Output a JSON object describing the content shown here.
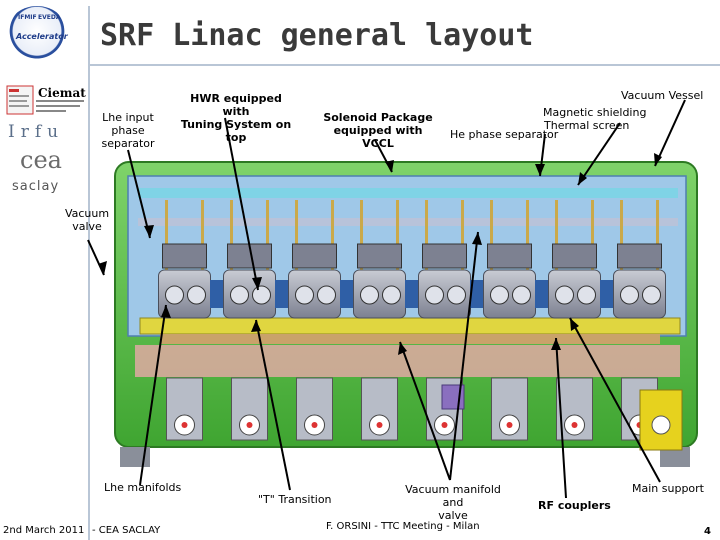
{
  "title": "SRF Linac general layout",
  "logos": {
    "top_line1": "IFMIF",
    "top_line2": "EVEDA",
    "top_line3": "Accelerator",
    "ciemat": "Ciemat",
    "irfu": "Irfu",
    "cea": "cea",
    "saclay": "saclay"
  },
  "labels": {
    "lhe_input": "Lhe input\nphase\nseparator",
    "hwr": "HWR equipped with\nTuning System on top",
    "solenoid": "Solenoid Package\nequipped with VCCL",
    "he_phase": "He phase separator",
    "vacuum_vessel": "Vacuum Vessel",
    "magnetic_shielding": "Magnetic shielding",
    "thermal_screen": "Thermal screen",
    "vacuum_valve": "Vacuum\nvalve",
    "lhe_manifolds": "Lhe manifolds",
    "t_transition": "\"T\" Transition",
    "vacuum_manifold": "Vacuum manifold and\nvalve",
    "rf_couplers": "RF couplers",
    "main_support": "Main support"
  },
  "footer": {
    "date": "2nd March 2011",
    "org": "- CEA SACLAY",
    "meeting": "F. ORSINI - TTC Meeting - Milan",
    "page": "4"
  },
  "colors": {
    "vessel_green": "#57c23f",
    "cold_blue": "#7fa9d6",
    "frame_yellow": "#e0d640",
    "support_pink": "#e8a9a9",
    "pipe_cyan": "#7fd3e6"
  },
  "cavity_count": 8
}
